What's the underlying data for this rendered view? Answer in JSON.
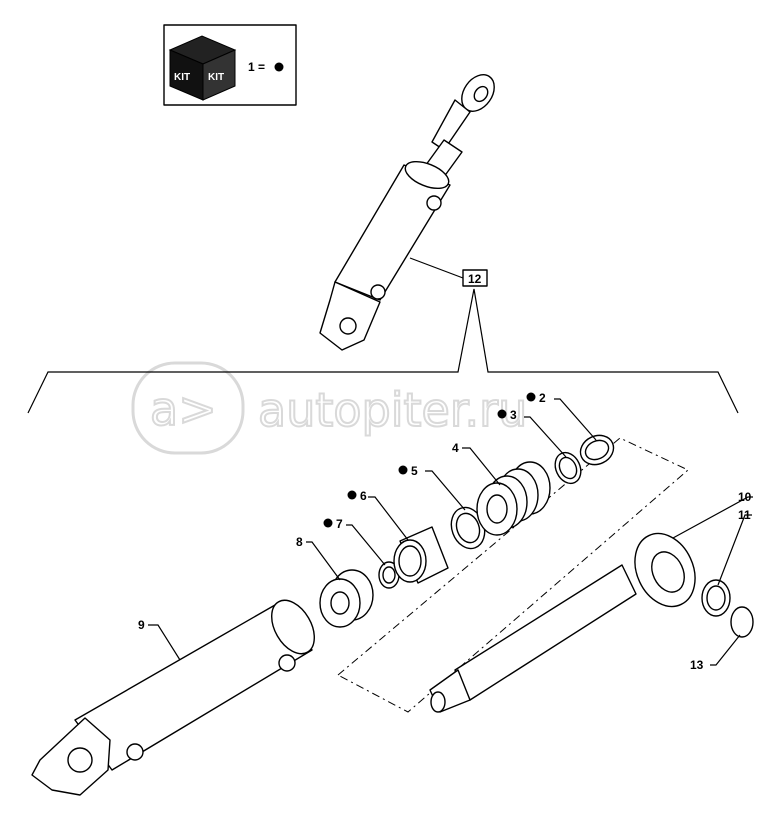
{
  "legend": {
    "kit_word_left": "KIT",
    "kit_word_right": "KIT",
    "equation": "1 ="
  },
  "watermark": {
    "text": "autopiter.ru"
  },
  "assembly_label": "12",
  "callouts": [
    {
      "id": "c2",
      "text": "2",
      "kit": true
    },
    {
      "id": "c3",
      "text": "3",
      "kit": true
    },
    {
      "id": "c4",
      "text": "4",
      "kit": false
    },
    {
      "id": "c5",
      "text": "5",
      "kit": true
    },
    {
      "id": "c6",
      "text": "6",
      "kit": true
    },
    {
      "id": "c7",
      "text": "7",
      "kit": true
    },
    {
      "id": "c8",
      "text": "8",
      "kit": false
    },
    {
      "id": "c9",
      "text": "9",
      "kit": false
    },
    {
      "id": "c10",
      "text": "10",
      "kit": false
    },
    {
      "id": "c11",
      "text": "11",
      "kit": false
    },
    {
      "id": "c13",
      "text": "13",
      "kit": false
    }
  ],
  "colors": {
    "line": "#000000",
    "background": "#ffffff",
    "watermark": "#d9d9d9"
  }
}
